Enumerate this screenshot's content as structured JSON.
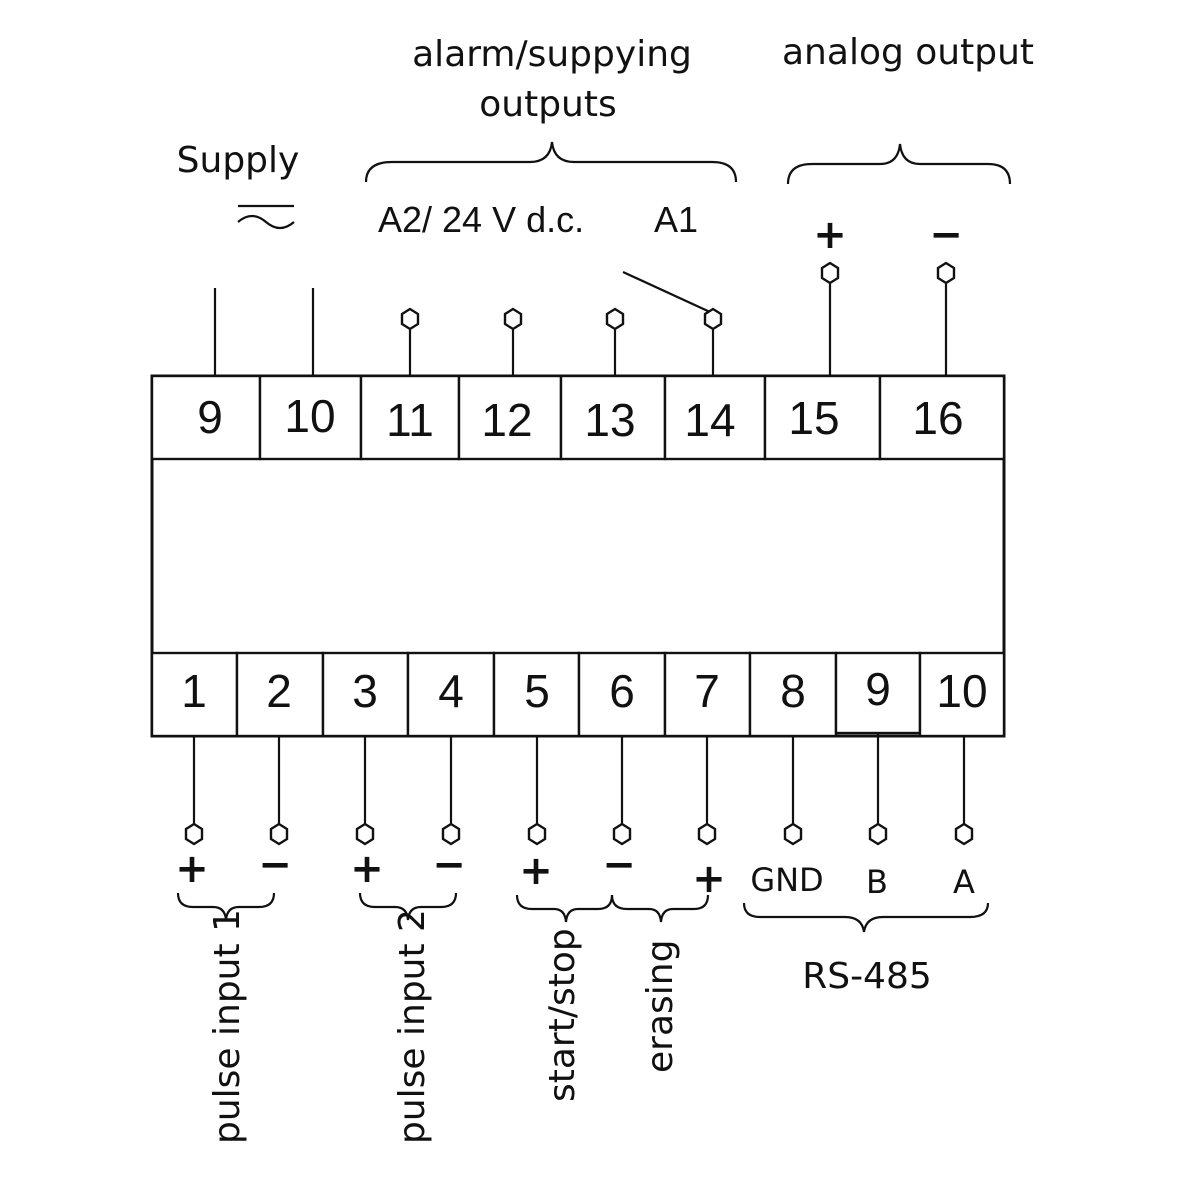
{
  "labels": {
    "alarm_line1": "alarm/suppying",
    "alarm_line2": "outputs",
    "analog": "analog output",
    "supply": "Supply",
    "a2": "A2/ 24 V d.c.",
    "a1": "A1",
    "pulse1": "pulse input 1",
    "pulse2": "pulse input 2",
    "startstop": "start/stop",
    "erasing": "erasing",
    "rs485": "RS-485"
  },
  "top_terminals": [
    "9",
    "10",
    "11",
    "12",
    "13",
    "14",
    "15",
    "16"
  ],
  "bottom_terminals": [
    "1",
    "2",
    "3",
    "4",
    "5",
    "6",
    "7",
    "8",
    "9",
    "10"
  ],
  "analog_signs": [
    "+",
    "−"
  ],
  "bottom_signs": [
    "+",
    "−",
    "+",
    "−",
    "+",
    "−",
    "+",
    "GND",
    "B",
    "A"
  ]
}
